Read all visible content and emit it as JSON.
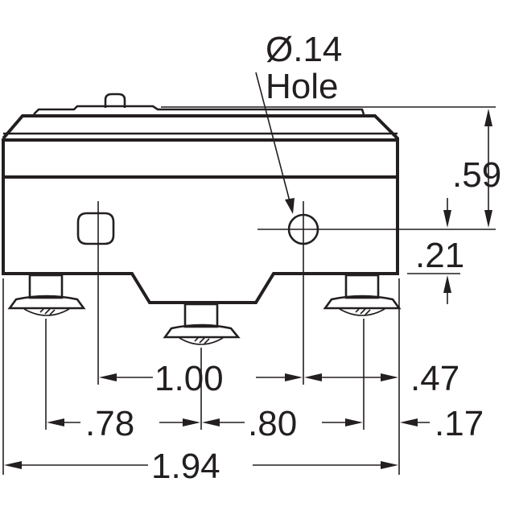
{
  "callout": {
    "hole_diameter": "Ø.14",
    "hole_word": "Hole"
  },
  "dimensions": {
    "height_total": ".59",
    "hole_from_bottom": ".21",
    "hole_spacing": "1.00",
    "hole_to_right_edge": ".47",
    "left_to_middle_terminal": ".78",
    "middle_to_right_terminal": ".80",
    "terminal_to_right_edge": ".17",
    "overall_length": "1.94"
  }
}
